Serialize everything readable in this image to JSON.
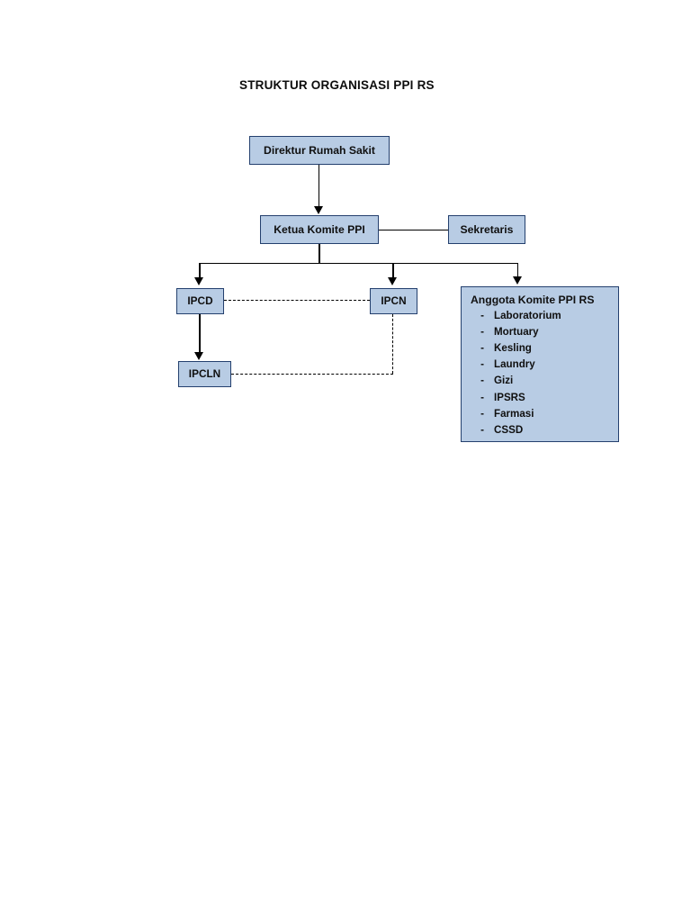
{
  "document": {
    "title": "STRUKTUR ORGANISASI PPI RS"
  },
  "chart_data": {
    "type": "diagram",
    "title": "STRUKTUR ORGANISASI PPI RS",
    "diagram_kind": "organizational-chart",
    "nodes": [
      {
        "id": "direktur",
        "label": "Direktur Rumah Sakit",
        "level": 0
      },
      {
        "id": "ketua",
        "label": "Ketua Komite PPI",
        "level": 1
      },
      {
        "id": "sekretaris",
        "label": "Sekretaris",
        "level": 1
      },
      {
        "id": "ipcd",
        "label": "IPCD",
        "level": 2
      },
      {
        "id": "ipcn",
        "label": "IPCN",
        "level": 2
      },
      {
        "id": "anggota",
        "label": "Anggota Komite PPI RS",
        "level": 2
      },
      {
        "id": "ipcln",
        "label": "IPCLN",
        "level": 3
      }
    ],
    "edges": [
      {
        "from": "direktur",
        "to": "ketua",
        "style": "solid",
        "arrow": true
      },
      {
        "from": "ketua",
        "to": "sekretaris",
        "style": "solid",
        "arrow": false
      },
      {
        "from": "ketua",
        "to": "ipcd",
        "style": "solid",
        "arrow": true
      },
      {
        "from": "ketua",
        "to": "ipcn",
        "style": "solid",
        "arrow": true
      },
      {
        "from": "ketua",
        "to": "anggota",
        "style": "solid",
        "arrow": true
      },
      {
        "from": "ipcd",
        "to": "ipcln",
        "style": "solid",
        "arrow": true
      },
      {
        "from": "ipcd",
        "to": "ipcn",
        "style": "dashed",
        "arrow": false
      },
      {
        "from": "ipcln",
        "to": "ipcn",
        "style": "dashed",
        "arrow": false
      }
    ],
    "colors": {
      "node_fill": "#b8cce4",
      "node_border": "#24406e",
      "connector": "#000000",
      "text": "#101010",
      "background": "#ffffff"
    }
  },
  "nodes": {
    "direktur": {
      "label": "Direktur Rumah Sakit"
    },
    "ketua": {
      "label": "Ketua Komite PPI"
    },
    "sekretaris": {
      "label": "Sekretaris"
    },
    "ipcd": {
      "label": "IPCD"
    },
    "ipcn": {
      "label": "IPCN"
    },
    "ipcln": {
      "label": "IPCLN"
    },
    "anggota": {
      "heading": "Anggota Komite PPI RS",
      "bullet": "-",
      "members": [
        "Laboratorium",
        "Mortuary",
        "Kesling",
        "Laundry",
        "Gizi",
        "IPSRS",
        "Farmasi",
        "CSSD"
      ]
    }
  }
}
